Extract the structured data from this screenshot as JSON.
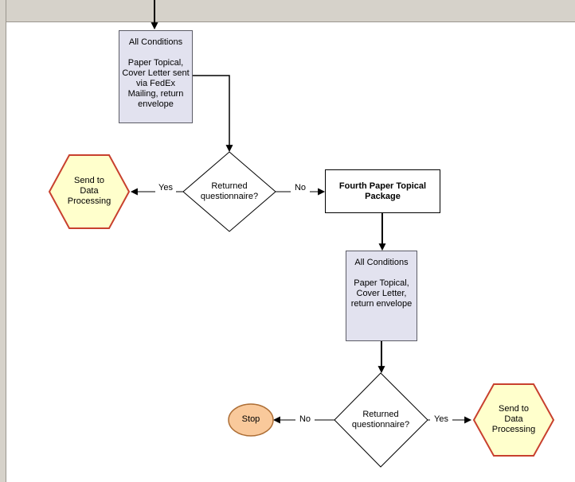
{
  "page": {
    "background": "#ffffff",
    "margin_color": "#d6d2ca"
  },
  "colors": {
    "process_fill": "#e2e2ef",
    "process_border": "#5c5c66",
    "decision_fill": "#ffffff",
    "decision_border": "#000000",
    "hexagon_fill": "#ffffcc",
    "hexagon_border": "#c8402e",
    "terminator_fill": "#f9c99b",
    "terminator_border": "#ad6e35",
    "rect_fill": "#ffffff",
    "rect_border": "#000000",
    "connector_color": "#000000"
  },
  "nodes": {
    "box1": {
      "title": "All Conditions",
      "body": "Paper Topical, Cover Letter sent via FedEx Mailing, return envelope"
    },
    "decision1": {
      "label": "Returned questionnaire?"
    },
    "hex1": {
      "label": "Send to Data Processing"
    },
    "rect1": {
      "label": "Fourth Paper Topical Package"
    },
    "box2": {
      "title": "All Conditions",
      "body": "Paper Topical, Cover Letter, return envelope"
    },
    "decision2": {
      "label": "Returned questionnaire?"
    },
    "stop": {
      "label": "Stop"
    },
    "hex2": {
      "label": "Send to Data Processing"
    }
  },
  "edges": {
    "yes1": "Yes",
    "no1": "No",
    "no2": "No",
    "yes2": "Yes"
  }
}
